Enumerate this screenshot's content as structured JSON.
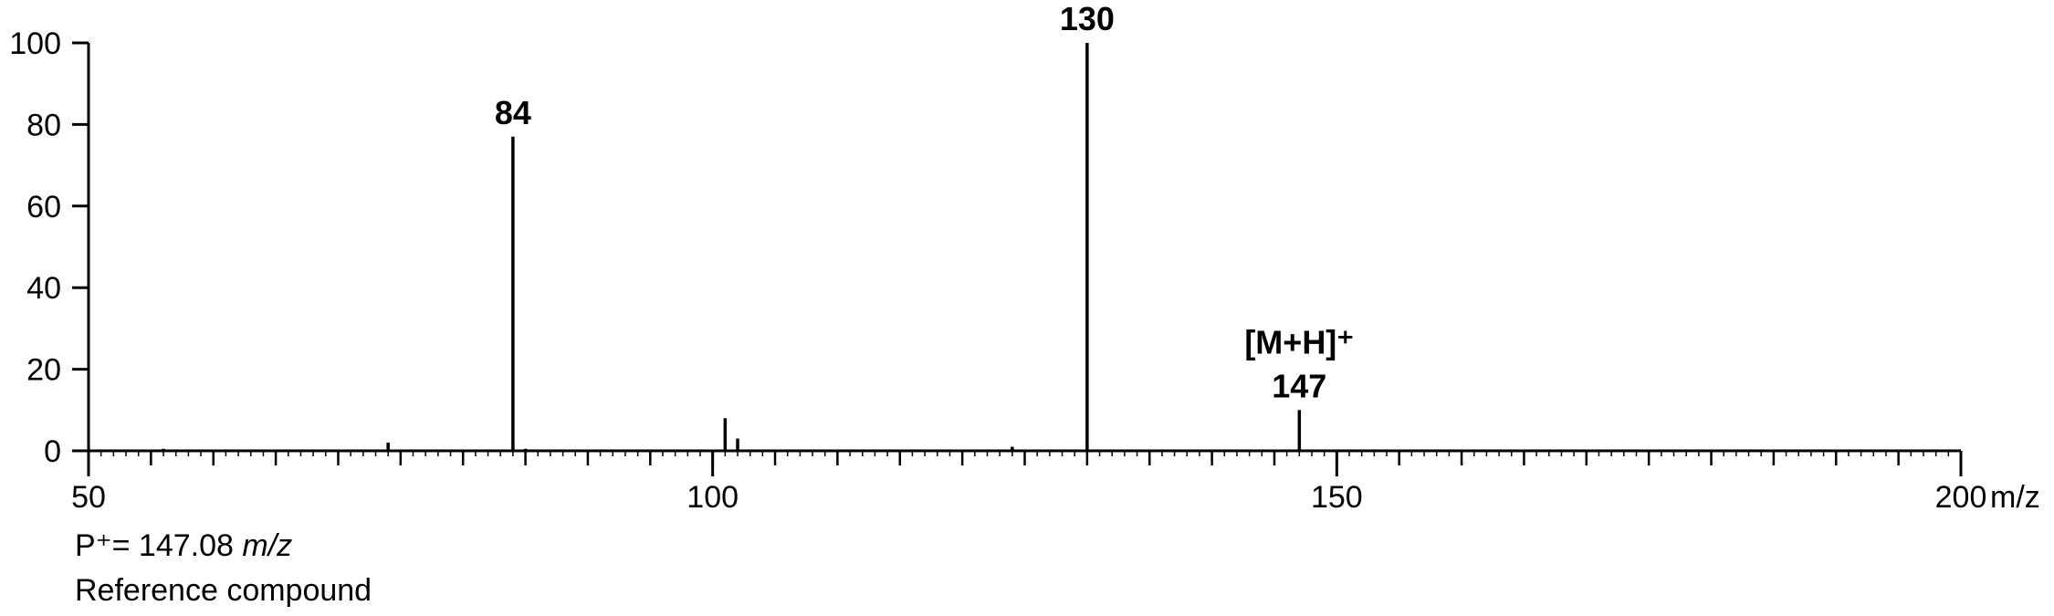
{
  "chart_data": {
    "type": "bar",
    "subtype": "mass-spectrum-stick",
    "xlabel": "m/z",
    "ylabel": "",
    "xlim": [
      50,
      200
    ],
    "ylim": [
      0,
      100
    ],
    "x_ticks": [
      50,
      100,
      150,
      200
    ],
    "y_ticks": [
      0,
      20,
      40,
      60,
      80,
      100
    ],
    "x_minor_step": 5,
    "x_minor_small_step": 1,
    "grid": false,
    "peaks": [
      {
        "x": 56,
        "y": 0.5
      },
      {
        "x": 74,
        "y": 2
      },
      {
        "x": 84,
        "y": 77,
        "label": "84"
      },
      {
        "x": 85,
        "y": 0.5
      },
      {
        "x": 101,
        "y": 8
      },
      {
        "x": 102,
        "y": 3
      },
      {
        "x": 124,
        "y": 1
      },
      {
        "x": 130,
        "y": 100,
        "label": "130"
      },
      {
        "x": 147,
        "y": 10,
        "label": "147",
        "annotation": "[M+H]⁺"
      }
    ],
    "color": "#000000"
  },
  "info": {
    "precursor_prefix": "P⁺=  147.08",
    "precursor_unit": "m/z",
    "reference": "Reference compound"
  }
}
